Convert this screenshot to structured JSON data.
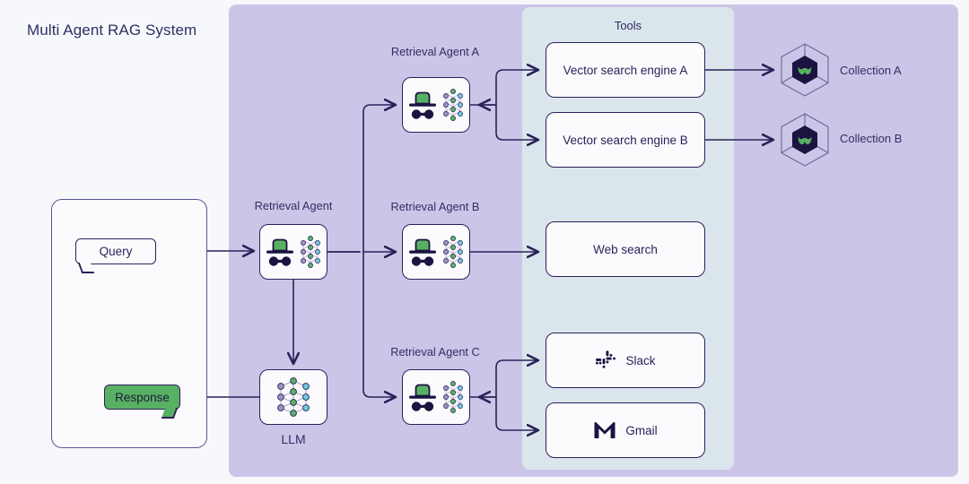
{
  "title": "Multi Agent RAG System",
  "panels": {
    "system_panel": {
      "name": "system-panel"
    },
    "tools_panel": {
      "label": "Tools"
    }
  },
  "user_flow": {
    "card_name": "user-card",
    "query_label": "Query",
    "response_label": "Response"
  },
  "agents": [
    {
      "id": "retrieval-agent",
      "label": "Retrieval Agent",
      "icon": "incognito-agent-icon"
    },
    {
      "id": "retrieval-agent-a",
      "label": "Retrieval Agent A",
      "icon": "incognito-agent-icon"
    },
    {
      "id": "retrieval-agent-b",
      "label": "Retrieval Agent B",
      "icon": "incognito-agent-icon"
    },
    {
      "id": "retrieval-agent-c",
      "label": "Retrieval Agent C",
      "icon": "incognito-agent-icon"
    }
  ],
  "llm": {
    "label": "LLM",
    "icon": "neural-network-icon"
  },
  "tools": [
    {
      "id": "vector-search-engine-a",
      "label": "Vector search engine A",
      "icon": null
    },
    {
      "id": "vector-search-engine-b",
      "label": "Vector search engine B",
      "icon": null
    },
    {
      "id": "web-search",
      "label": "Web search",
      "icon": null
    },
    {
      "id": "slack",
      "label": "Slack",
      "icon": "slack-icon"
    },
    {
      "id": "gmail",
      "label": "Gmail",
      "icon": "gmail-icon"
    }
  ],
  "collections": [
    {
      "id": "collection-a",
      "label": "Collection A",
      "icon": "weaviate-hexagon-icon"
    },
    {
      "id": "collection-b",
      "label": "Collection B",
      "icon": "weaviate-hexagon-icon"
    }
  ],
  "colors": {
    "page_background": "#f7f8fb",
    "system_panel": "#cdc5e8",
    "tools_panel": "#dbe6ec",
    "node_fill": "#fbfbfe",
    "stroke": "#2b2158",
    "text": "#2f2f63",
    "accent_green": "#58b163",
    "accent_cyan": "#6ec9e0",
    "accent_purple_node": "#9a93bd",
    "hex_dark": "#1b1340"
  }
}
